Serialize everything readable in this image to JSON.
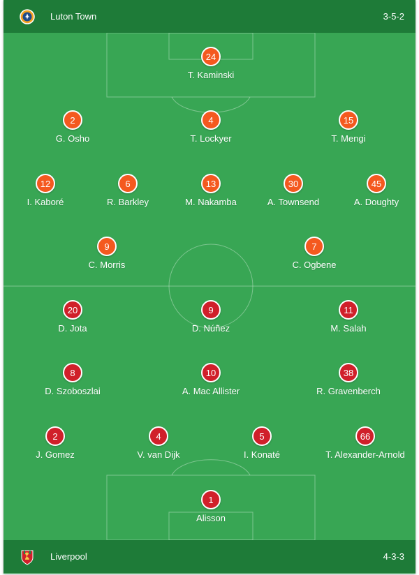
{
  "home": {
    "team": "Luton Town",
    "formation": "3-5-2",
    "crest_icon": "luton-crest-icon",
    "color": "#f4591f",
    "players": [
      {
        "number": "24",
        "name": "T. Kaminski"
      },
      {
        "number": "2",
        "name": "G. Osho"
      },
      {
        "number": "4",
        "name": "T. Lockyer"
      },
      {
        "number": "15",
        "name": "T. Mengi"
      },
      {
        "number": "12",
        "name": "I. Kaboré"
      },
      {
        "number": "6",
        "name": "R. Barkley"
      },
      {
        "number": "13",
        "name": "M. Nakamba"
      },
      {
        "number": "30",
        "name": "A. Townsend"
      },
      {
        "number": "45",
        "name": "A. Doughty"
      },
      {
        "number": "9",
        "name": "C. Morris"
      },
      {
        "number": "7",
        "name": "C. Ogbene"
      }
    ]
  },
  "away": {
    "team": "Liverpool",
    "formation": "4-3-3",
    "crest_icon": "liverpool-crest-icon",
    "color": "#d0202a",
    "players": [
      {
        "number": "20",
        "name": "D. Jota"
      },
      {
        "number": "9",
        "name": "D. Núñez"
      },
      {
        "number": "11",
        "name": "M. Salah"
      },
      {
        "number": "8",
        "name": "D. Szoboszlai"
      },
      {
        "number": "10",
        "name": "A. Mac Allister"
      },
      {
        "number": "38",
        "name": "R. Gravenberch"
      },
      {
        "number": "2",
        "name": "J. Gomez"
      },
      {
        "number": "4",
        "name": "V. van Dijk"
      },
      {
        "number": "5",
        "name": "I. Konaté"
      },
      {
        "number": "66",
        "name": "T. Alexander-Arnold"
      },
      {
        "number": "1",
        "name": "Alisson"
      }
    ]
  }
}
